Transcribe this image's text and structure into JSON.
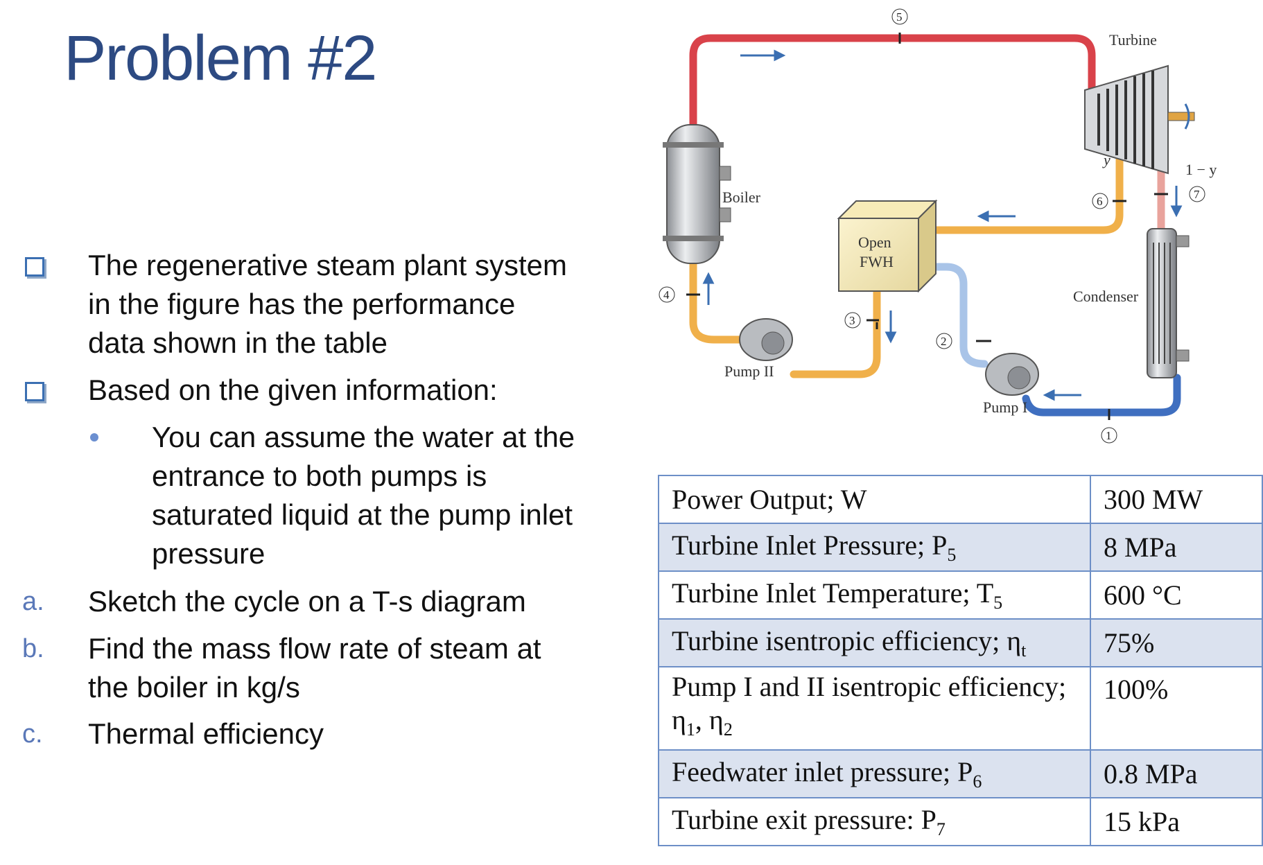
{
  "title": "Problem #2",
  "bullets": [
    {
      "marker": "checkbox",
      "lines": [
        "The regenerative steam plant system",
        "in the figure has the performance",
        "data shown in the table"
      ]
    },
    {
      "marker": "checkbox",
      "lines": [
        "Based on the given information:"
      ]
    },
    {
      "marker": "dot",
      "lines": [
        "You can assume the water at the",
        "entrance to both pumps is",
        "saturated liquid at the pump inlet",
        "pressure"
      ]
    },
    {
      "marker": "a.",
      "lines": [
        "Sketch the cycle on a T-s diagram"
      ]
    },
    {
      "marker": "b.",
      "lines": [
        "Find the mass flow rate of steam at",
        "the boiler in kg/s"
      ]
    },
    {
      "marker": "c.",
      "lines": [
        "Thermal efficiency"
      ]
    }
  ],
  "diagram": {
    "labels": {
      "turbine": "Turbine",
      "boiler": "Boiler",
      "open_fwh_1": "Open",
      "open_fwh_2": "FWH",
      "condenser": "Condenser",
      "pump_1": "Pump I",
      "pump_2": "Pump II",
      "y": "y",
      "one_minus_y": "1 − y"
    },
    "states": [
      "1",
      "2",
      "3",
      "4",
      "5",
      "6",
      "7"
    ]
  },
  "table": {
    "rows": [
      {
        "key": "Power Output; W",
        "sub": "",
        "value": "300 MW"
      },
      {
        "key": "Turbine Inlet Pressure; P",
        "sub": "5",
        "value": "8 MPa"
      },
      {
        "key": "Turbine Inlet Temperature; T",
        "sub": "5",
        "value": "600 °C"
      },
      {
        "key": "Turbine isentropic efficiency; η",
        "sub": "t",
        "value": "75%"
      },
      {
        "key": "Pump I and II isentropic efficiency; η",
        "sub": "1",
        "key2": ", η",
        "sub2": "2",
        "value": "100%"
      },
      {
        "key": "Feedwater inlet pressure; P",
        "sub": "6",
        "value": "0.8 MPa"
      },
      {
        "key": "Turbine exit pressure: P",
        "sub": "7",
        "value": "15 kPa"
      }
    ]
  },
  "colors": {
    "title": "#2d4a82",
    "hot_pipe": "#d9424a",
    "warm_pipe": "#f0b04a",
    "cool_pipe": "#a9c4e8",
    "cold_pipe": "#3f6fc0",
    "arrow": "#3b6fb2",
    "table_border": "#6d8fc7",
    "table_alt_row": "#dbe2ef"
  }
}
